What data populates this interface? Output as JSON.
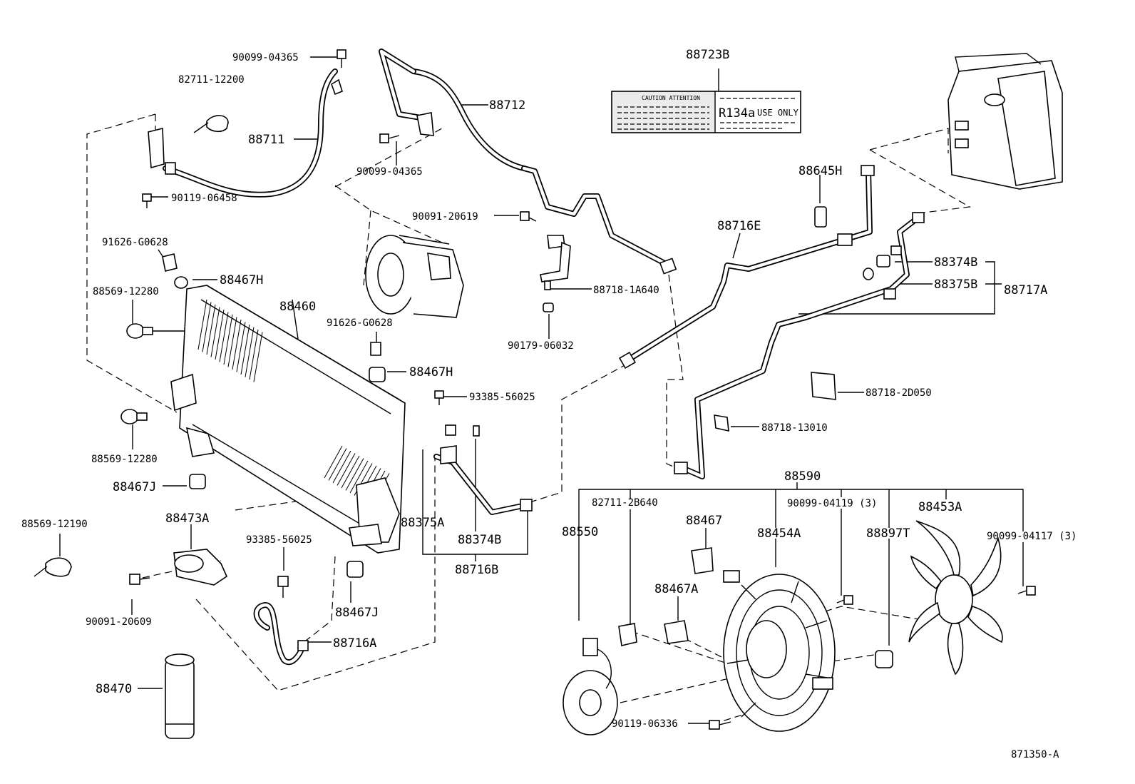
{
  "diagram": {
    "labels": {
      "p90099_04365_a": "90099-04365",
      "p82711_12200": "82711-12200",
      "p88711": "88711",
      "p90119_06458": "90119-06458",
      "p88712": "88712",
      "p90099_04365_b": "90099-04365",
      "p88723B": "88723B",
      "p90091_20619": "90091-20619",
      "p88718_1A640": "88718-1A640",
      "p90179_06032": "90179-06032",
      "p91626_G0628_a": "91626-G0628",
      "p88467H_a": "88467H",
      "p88569_12280_a": "88569-12280",
      "p88460": "88460",
      "p91626_G0628_b": "91626-G0628",
      "p88467H_b": "88467H",
      "p93385_56025_a": "93385-56025",
      "p88569_12280_b": "88569-12280",
      "p88467J_a": "88467J",
      "p88569_12190": "88569-12190",
      "p88473A": "88473A",
      "p93385_56025_b": "93385-56025",
      "p88375A": "88375A",
      "p88374B_a": "88374B",
      "p88716B": "88716B",
      "p90091_20609": "90091-20609",
      "p88467J_b": "88467J",
      "p88716A": "88716A",
      "p88470": "88470",
      "p88645H": "88645H",
      "p88716E": "88716E",
      "p88374B_b": "88374B",
      "p88375B": "88375B",
      "p88717A": "88717A",
      "p88718_2D050": "88718-2D050",
      "p88718_13010": "88718-13010",
      "p88590": "88590",
      "p82711_2B640": "82711-2B640",
      "p90099_04119": "90099-04119 (3)",
      "p88453A": "88453A",
      "p88550": "88550",
      "p88467": "88467",
      "p88454A": "88454A",
      "p88897T": "88897T",
      "p90099_04117": "90099-04117 (3)",
      "p88467A": "88467A",
      "p90119_06336": "90119-06336",
      "p871350_A": "871350-A"
    },
    "sticker": {
      "header": "CAUTION ATTENTION",
      "refrigerant": "R134a",
      "use_only": "USE ONLY"
    }
  }
}
